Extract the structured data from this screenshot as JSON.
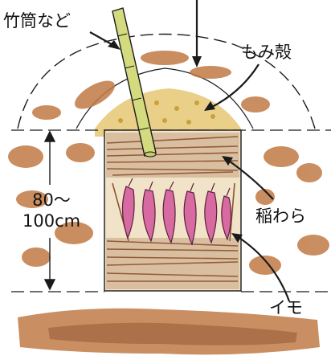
{
  "labels": {
    "bamboo": "竹筒など",
    "husk": "もみ殻",
    "straw": "稲わら",
    "depth_value": "80～",
    "depth_unit": "100cm",
    "potato": "イモ"
  },
  "colors": {
    "soil": "#c07a45",
    "husk": "#e6c774",
    "straw": "#a36c45",
    "bamboo": "#d4da7e",
    "potato": "#d76aa0",
    "line": "#1a1a1a"
  }
}
